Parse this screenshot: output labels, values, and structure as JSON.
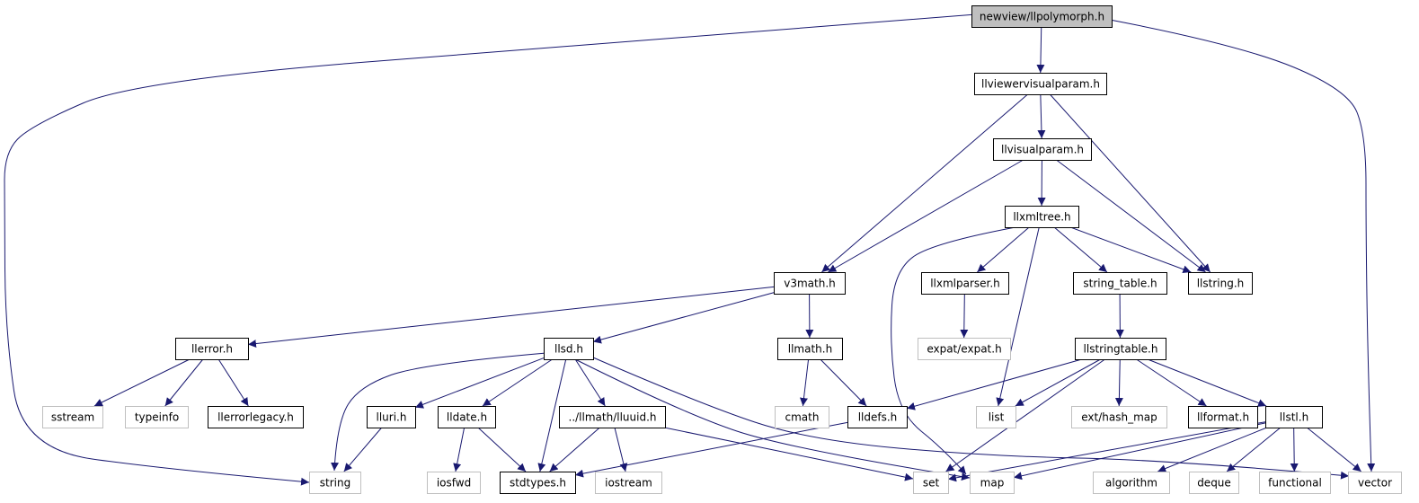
{
  "title": "newview/llpolymorph.h",
  "colors": {
    "edge": "#191970",
    "root_fill": "#bfbfbf",
    "node_border": "#000000",
    "external_border": "#bfbfbf",
    "external_text": "#000000",
    "background": "#ffffff"
  },
  "nodes": [
    {
      "id": "llpolymorph",
      "label": "newview/llpolymorph.h",
      "kind": "root"
    },
    {
      "id": "llviewervisualparam",
      "label": "llviewervisualparam.h",
      "kind": "header"
    },
    {
      "id": "llvisualparam",
      "label": "llvisualparam.h",
      "kind": "header"
    },
    {
      "id": "llxmltree",
      "label": "llxmltree.h",
      "kind": "header"
    },
    {
      "id": "v3math",
      "label": "v3math.h",
      "kind": "header"
    },
    {
      "id": "llxmlparser",
      "label": "llxmlparser.h",
      "kind": "header"
    },
    {
      "id": "string_table",
      "label": "string_table.h",
      "kind": "header"
    },
    {
      "id": "llstring",
      "label": "llstring.h",
      "kind": "header"
    },
    {
      "id": "llerror",
      "label": "llerror.h",
      "kind": "header"
    },
    {
      "id": "llsd",
      "label": "llsd.h",
      "kind": "header"
    },
    {
      "id": "llmath",
      "label": "llmath.h",
      "kind": "header"
    },
    {
      "id": "expat",
      "label": "expat/expat.h",
      "kind": "external"
    },
    {
      "id": "llstringtable",
      "label": "llstringtable.h",
      "kind": "header"
    },
    {
      "id": "sstream",
      "label": "sstream",
      "kind": "external"
    },
    {
      "id": "typeinfo",
      "label": "typeinfo",
      "kind": "external"
    },
    {
      "id": "llerrorlegacy",
      "label": "llerrorlegacy.h",
      "kind": "header"
    },
    {
      "id": "lluri",
      "label": "lluri.h",
      "kind": "header"
    },
    {
      "id": "lldate",
      "label": "lldate.h",
      "kind": "header"
    },
    {
      "id": "lluuid",
      "label": "../llmath/lluuid.h",
      "kind": "header"
    },
    {
      "id": "cmath",
      "label": "cmath",
      "kind": "external"
    },
    {
      "id": "lldefs",
      "label": "lldefs.h",
      "kind": "header"
    },
    {
      "id": "list",
      "label": "list",
      "kind": "external"
    },
    {
      "id": "hash_map",
      "label": "ext/hash_map",
      "kind": "external"
    },
    {
      "id": "llformat",
      "label": "llformat.h",
      "kind": "header"
    },
    {
      "id": "llstl",
      "label": "llstl.h",
      "kind": "header"
    },
    {
      "id": "string",
      "label": "string",
      "kind": "external"
    },
    {
      "id": "iosfwd",
      "label": "iosfwd",
      "kind": "external"
    },
    {
      "id": "stdtypes",
      "label": "stdtypes.h",
      "kind": "header"
    },
    {
      "id": "iostream",
      "label": "iostream",
      "kind": "external"
    },
    {
      "id": "set",
      "label": "set",
      "kind": "external"
    },
    {
      "id": "map",
      "label": "map",
      "kind": "external"
    },
    {
      "id": "algorithm",
      "label": "algorithm",
      "kind": "external"
    },
    {
      "id": "deque",
      "label": "deque",
      "kind": "external"
    },
    {
      "id": "functional",
      "label": "functional",
      "kind": "external"
    },
    {
      "id": "vector",
      "label": "vector",
      "kind": "external"
    }
  ],
  "edges": [
    [
      "llpolymorph",
      "llviewervisualparam"
    ],
    [
      "llpolymorph",
      "string"
    ],
    [
      "llpolymorph",
      "vector"
    ],
    [
      "llviewervisualparam",
      "llvisualparam"
    ],
    [
      "llviewervisualparam",
      "v3math"
    ],
    [
      "llviewervisualparam",
      "llstring"
    ],
    [
      "llvisualparam",
      "llxmltree"
    ],
    [
      "llvisualparam",
      "v3math"
    ],
    [
      "llvisualparam",
      "llstring"
    ],
    [
      "llxmltree",
      "llxmlparser"
    ],
    [
      "llxmltree",
      "string_table"
    ],
    [
      "llxmltree",
      "llstring"
    ],
    [
      "llxmltree",
      "list"
    ],
    [
      "llxmltree",
      "map"
    ],
    [
      "v3math",
      "llerror"
    ],
    [
      "v3math",
      "llsd"
    ],
    [
      "v3math",
      "llmath"
    ],
    [
      "llxmlparser",
      "expat"
    ],
    [
      "string_table",
      "llstringtable"
    ],
    [
      "llerror",
      "sstream"
    ],
    [
      "llerror",
      "typeinfo"
    ],
    [
      "llerror",
      "llerrorlegacy"
    ],
    [
      "llsd",
      "string"
    ],
    [
      "llsd",
      "lluri"
    ],
    [
      "llsd",
      "lldate"
    ],
    [
      "llsd",
      "lluuid"
    ],
    [
      "llsd",
      "stdtypes"
    ],
    [
      "llsd",
      "map"
    ],
    [
      "llsd",
      "vector"
    ],
    [
      "llmath",
      "cmath"
    ],
    [
      "llmath",
      "lldefs"
    ],
    [
      "llstringtable",
      "lldefs"
    ],
    [
      "llstringtable",
      "list"
    ],
    [
      "llstringtable",
      "hash_map"
    ],
    [
      "llstringtable",
      "llformat"
    ],
    [
      "llstringtable",
      "llstl"
    ],
    [
      "llstringtable",
      "set"
    ],
    [
      "lluri",
      "string"
    ],
    [
      "lldate",
      "iosfwd"
    ],
    [
      "lldate",
      "stdtypes"
    ],
    [
      "lluuid",
      "stdtypes"
    ],
    [
      "lluuid",
      "iostream"
    ],
    [
      "lluuid",
      "set"
    ],
    [
      "lldefs",
      "stdtypes"
    ],
    [
      "llstl",
      "set"
    ],
    [
      "llstl",
      "map"
    ],
    [
      "llstl",
      "algorithm"
    ],
    [
      "llstl",
      "deque"
    ],
    [
      "llstl",
      "functional"
    ],
    [
      "llstl",
      "vector"
    ]
  ]
}
